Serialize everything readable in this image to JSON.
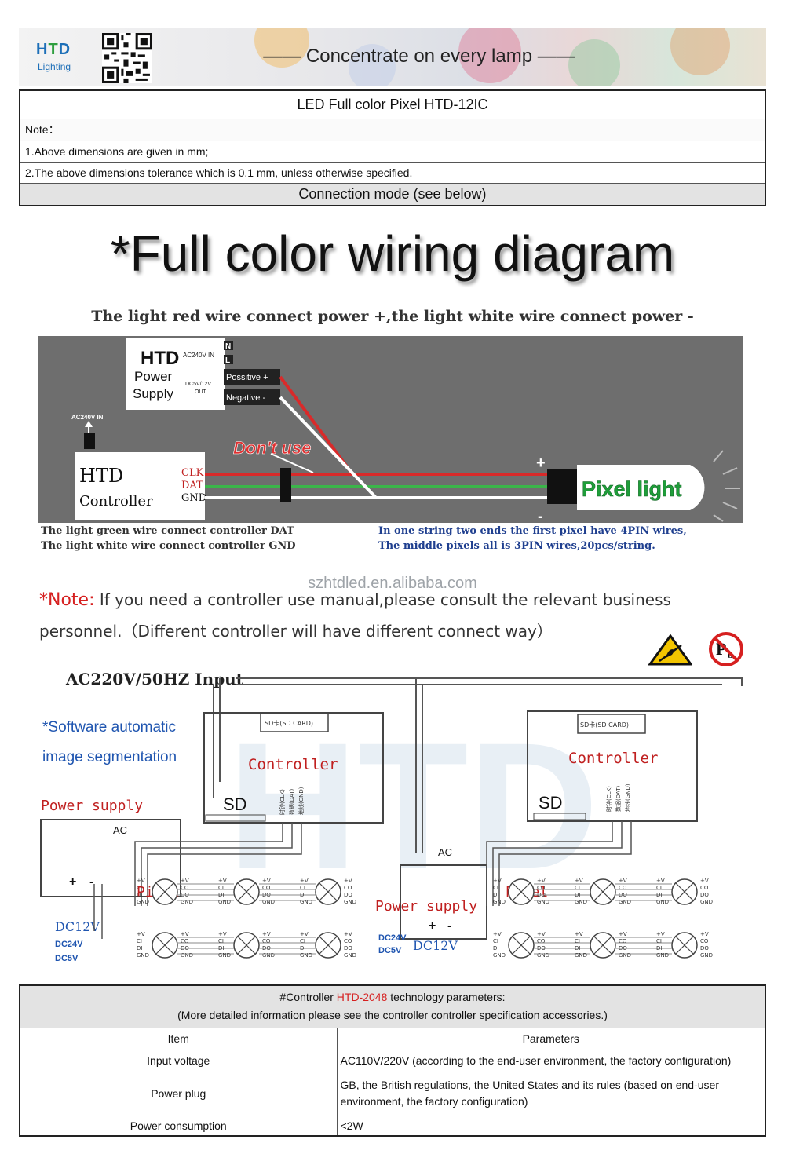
{
  "header": {
    "logo_main": "HTD",
    "logo_sub": "Lighting",
    "slogan": "—— Concentrate on every lamp ——"
  },
  "spec_top": {
    "title": "LED Full color Pixel HTD-12IC",
    "note_label": "Note：",
    "notes": [
      "1.Above dimensions are given in mm;",
      "2.The above dimensions tolerance which is 0.1 mm, unless otherwise specified."
    ],
    "connection": "Connection mode (see below)"
  },
  "big_title": "*Full color wiring diagram",
  "wire_rule": {
    "part1": "The light red wire connect power +,",
    "part2": "the light white wire connect power -"
  },
  "diagram1": {
    "psu_brand": "HTD",
    "psu_name_1": "Power",
    "psu_name_2": "Supply",
    "psu_in": "AC240V IN",
    "psu_out_1": "DC5V/12V",
    "psu_out_2": "OUT",
    "term_n": "N",
    "term_l": "L",
    "positive": "Possitive +",
    "negative": "Negative -",
    "ac_in": "AC240V IN",
    "dont_use": "Don't use",
    "ctrl_brand": "HTD",
    "ctrl_name": "Controller",
    "clk": "CLK",
    "dat": "DAT",
    "gnd": "GND",
    "plus": "+",
    "minus": "-",
    "pixel_light": "Pixel light",
    "colors": {
      "red": "#d92a2a",
      "white": "#ffffff",
      "green": "#3bb54a",
      "bg": "#6e6e6e"
    }
  },
  "captions": {
    "green_wire": "The light green wire connect controller DAT",
    "white_wire": "The light white wire connect controller GND",
    "pin_info_1": "In one string two ends the first pixel have 4PIN wires,",
    "pin_info_2": "The middle pixels all is 3PIN wires,20pcs/string."
  },
  "watermark_url": "szhtdled.en.alibaba.com",
  "note": {
    "label": "*Note:",
    "line1": " If you need a controller use manual,please consult the relevant business",
    "line2": "personnel.（Different controller will have different connect way）"
  },
  "diagram2": {
    "ac_input": "AC220V/50HZ Input",
    "software_1": "*Software automatic",
    "software_2": "image segmentation",
    "sd_card": "SD卡(SD CARD)",
    "controller": "Controller",
    "sd": "SD",
    "clk": "时钟(CLK)",
    "dat": "数据(DAT)",
    "gnd": "地线(GND)",
    "power_supply": "Power supply",
    "ac": "AC",
    "plus": "+",
    "minus": "-",
    "pixel": "Pixel",
    "dc12v": "DC12V",
    "dc24v": "DC24V",
    "dc5v": "DC5V",
    "pin_v": "+V",
    "pin_ci": "CI",
    "pin_co": "CO",
    "pin_di": "DI",
    "pin_do": "DO",
    "pin_gnd": "GND"
  },
  "spec_bottom": {
    "head_prefix": "#Controller ",
    "head_model": "HTD-2048",
    "head_suffix": " technology parameters:",
    "head_line2": "(More detailed information please see the controller controller specification accessories.)",
    "col_item": "Item",
    "col_params": "Parameters",
    "rows": [
      {
        "item": "Input voltage",
        "value": "AC110V/220V (according to the end-user environment, the factory configuration)"
      },
      {
        "item": "Power plug",
        "value": "GB, the British regulations, the United States and its rules (based on end-user environment, the factory configuration)"
      },
      {
        "item": "Power consumption",
        "value": "<2W"
      }
    ]
  },
  "colors": {
    "accent_red": "#d62020",
    "header_gray": "#e3e3e3",
    "logo_blue": "#1d6fb8"
  }
}
